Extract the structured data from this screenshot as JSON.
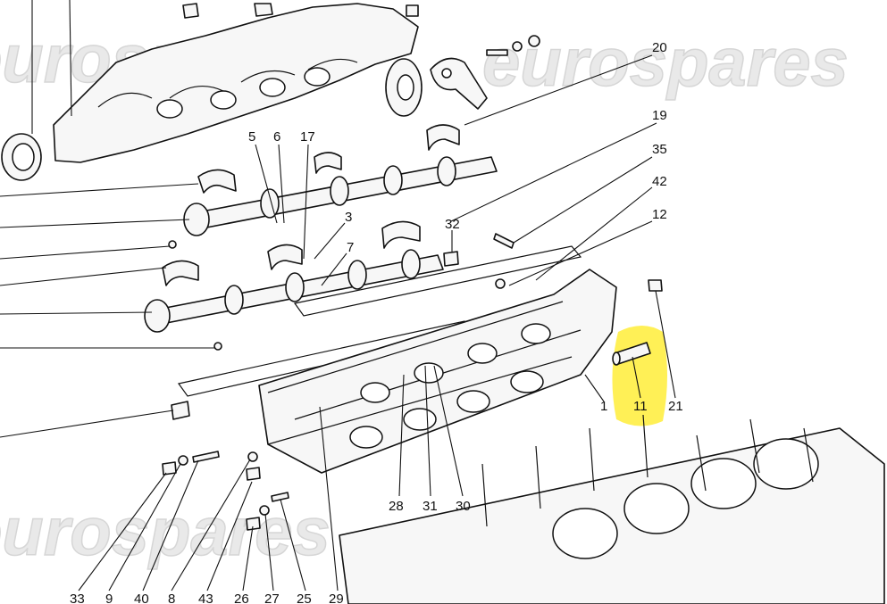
{
  "watermark": "eurospares",
  "highlight_color": "#ffee44",
  "highlighted_part": "11",
  "labels": {
    "p20": "20",
    "p19": "19",
    "p35": "35",
    "p42": "42",
    "p12": "12",
    "p5": "5",
    "p6": "6",
    "p17": "17",
    "p3": "3",
    "p7": "7",
    "p32": "32",
    "p1": "1",
    "p11": "11",
    "p21": "21",
    "p28": "28",
    "p31": "31",
    "p30": "30",
    "b33": "33",
    "b9": "9",
    "b40": "40",
    "b8": "8",
    "b43": "43",
    "b26": "26",
    "b27": "27",
    "b25": "25",
    "b29": "29"
  }
}
